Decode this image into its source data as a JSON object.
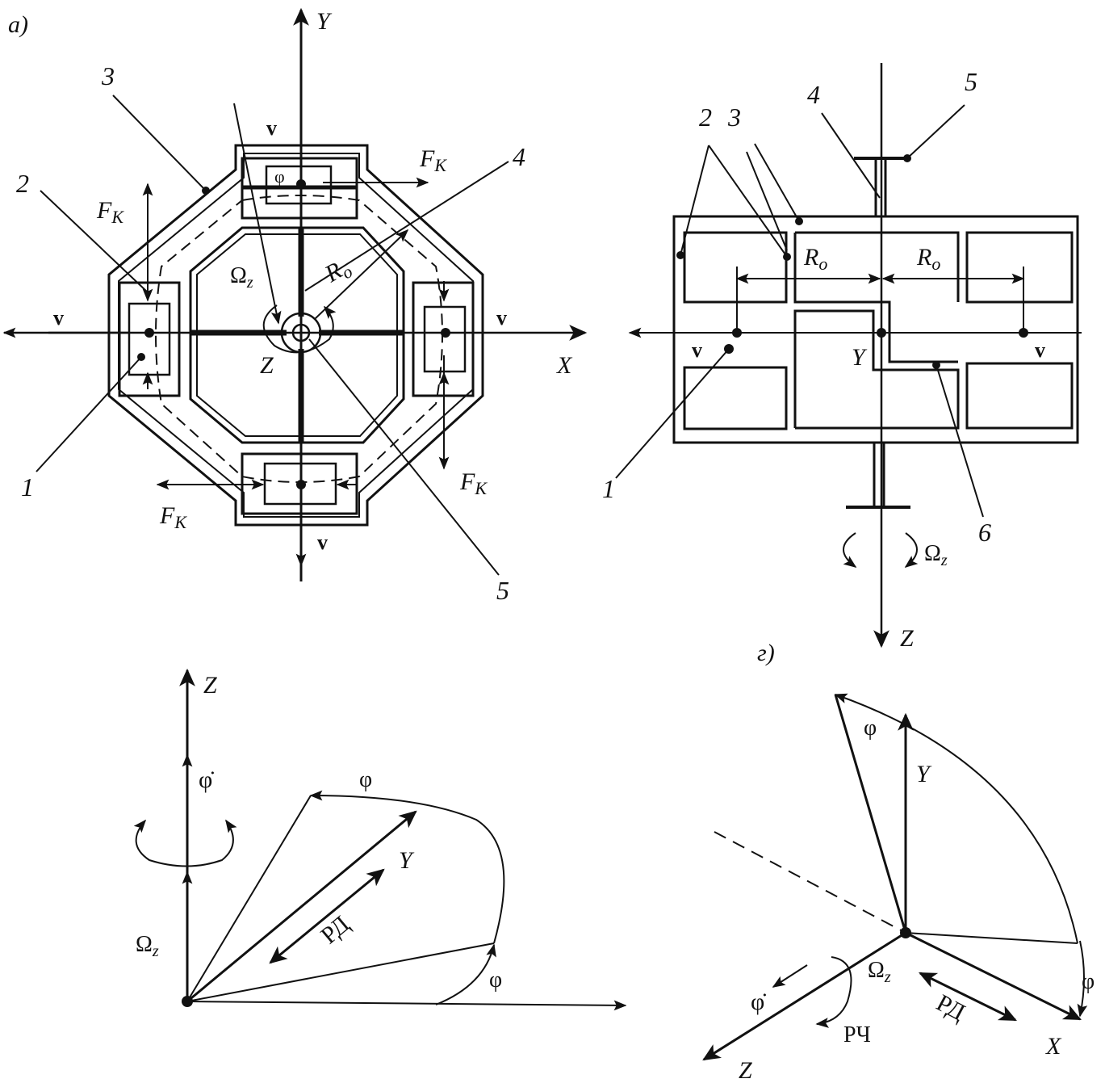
{
  "panel_a": {
    "letter": "а)",
    "axis_x": "X",
    "axis_y": "Y",
    "axis_z": "Z",
    "velocity_label": "v",
    "force_label": "F",
    "force_sub": "К",
    "omega_label": "Ω",
    "omega_sub": "z",
    "radius_label": "R",
    "radius_sub": "о",
    "phi_label": "φ",
    "callouts": [
      "1",
      "2",
      "3",
      "4",
      "5"
    ]
  },
  "panel_b": {
    "axis_y": "Y",
    "axis_z": "Z",
    "velocity_label": "v",
    "radius_label": "R",
    "radius_sub": "о",
    "omega_label": "Ω",
    "omega_sub": "z",
    "callouts": [
      "1",
      "2",
      "3",
      "4",
      "5",
      "6"
    ]
  },
  "panel_c": {
    "axis_z": "Z",
    "axis_y": "Y",
    "phi_dot": "φ̇",
    "omega_label": "Ω",
    "omega_sub": "z",
    "phi_label": "φ",
    "rd_label": "РД"
  },
  "panel_d": {
    "letter": "г)",
    "axis_x": "X",
    "axis_y": "Y",
    "axis_z": "Z",
    "phi_label": "φ",
    "phi_dot": "φ̇",
    "omega_label": "Ω",
    "omega_sub": "z",
    "rd_label": "РД",
    "rch_label": "РЧ"
  }
}
